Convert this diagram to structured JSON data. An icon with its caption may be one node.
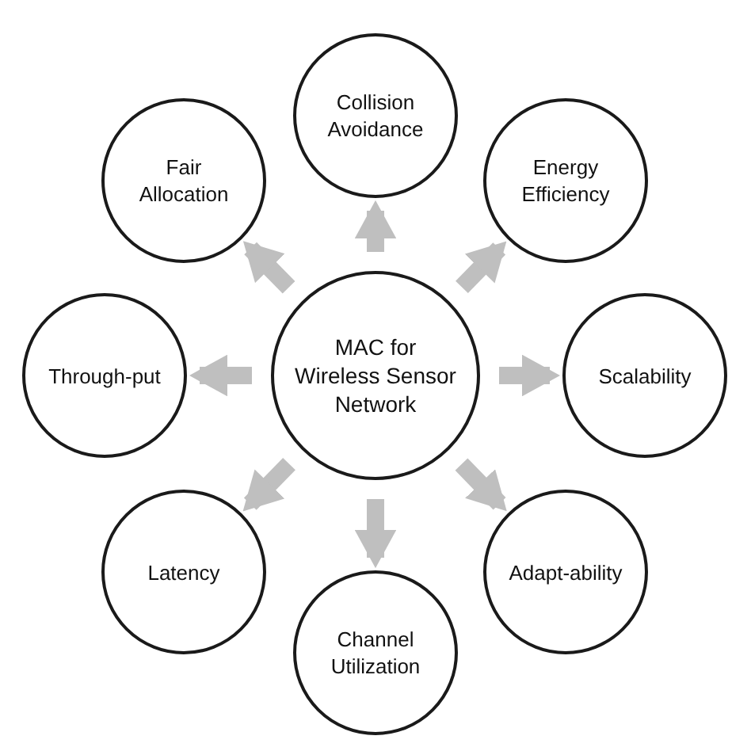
{
  "diagram": {
    "nodes": [
      {
        "text": [
          "MAC for Wireless Sensor Network"
        ]
      },
      {
        "text": [
          "Collision Avoidance"
        ]
      },
      {
        "text": [
          "Energy Efficiency"
        ]
      },
      {
        "text": [
          "Scalability"
        ]
      },
      {
        "text": [
          "Adapt-ability"
        ]
      },
      {
        "text": [
          "Channel Utilization"
        ]
      },
      {
        "text": [
          "Latency"
        ]
      },
      {
        "text": [
          "Through-put"
        ]
      },
      {
        "text": [
          "Fair Allocation"
        ]
      }
    ],
    "edges": [
      {
        "from": 0,
        "to": 1,
        "arrow": "to"
      },
      {
        "from": 0,
        "to": 2,
        "arrow": "to"
      },
      {
        "from": 0,
        "to": 3,
        "arrow": "to"
      },
      {
        "from": 0,
        "to": 4,
        "arrow": "to"
      },
      {
        "from": 0,
        "to": 5,
        "arrow": "to"
      },
      {
        "from": 0,
        "to": 6,
        "arrow": "to"
      },
      {
        "from": 0,
        "to": 7,
        "arrow": "to"
      },
      {
        "from": 0,
        "to": 8,
        "arrow": "to"
      }
    ]
  }
}
